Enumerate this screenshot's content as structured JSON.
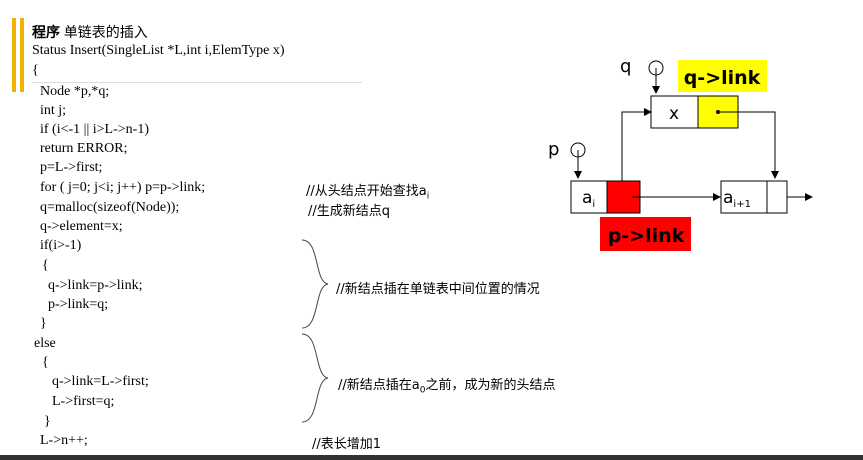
{
  "title": {
    "bold": "程序",
    "rest": "单链表的插入"
  },
  "signature": "Status Insert(SingleList *L,int i,ElemType x)",
  "code": [
    "{",
    "Node *p,*q;",
    "int j;",
    "if (i<-1 || i>L->n-1)",
    "return ERROR;",
    "p=L->first;",
    "for ( j=0; j<i; j++) p=p->link;",
    "q=malloc(sizeof(Node));",
    "q->element=x;",
    "if(i>-1)",
    "{",
    "q->link=p->link;",
    "p->link=q;",
    "}",
    "else",
    "{",
    "q->link=L->first;",
    "L->first=q;",
    "}",
    "L->n++;"
  ],
  "comments": {
    "find": "//从头结点开始查找a",
    "find_sub": "i",
    "new_node": "//生成新结点q",
    "middle": "//新结点插在单链表中间位置的情况",
    "head_pre": "//新结点插在a",
    "head_sub": "0",
    "head_post": "之前，成为新的头结点",
    "count": "//表长增加1"
  },
  "diagram": {
    "q_label": "q",
    "p_label": "p",
    "x_label": "x",
    "ai_base": "a",
    "ai_sub": "i",
    "ai1_base": "a",
    "ai1_sub": "i+1",
    "qlink_label": "q->link",
    "plink_label": "p->link"
  },
  "colors": {
    "accent_bar": "#f0b400",
    "qlink_bg": "#ffff00",
    "plink_bg": "#ff0000",
    "node_yellow": "#ffff00",
    "node_red": "#ff0000"
  }
}
